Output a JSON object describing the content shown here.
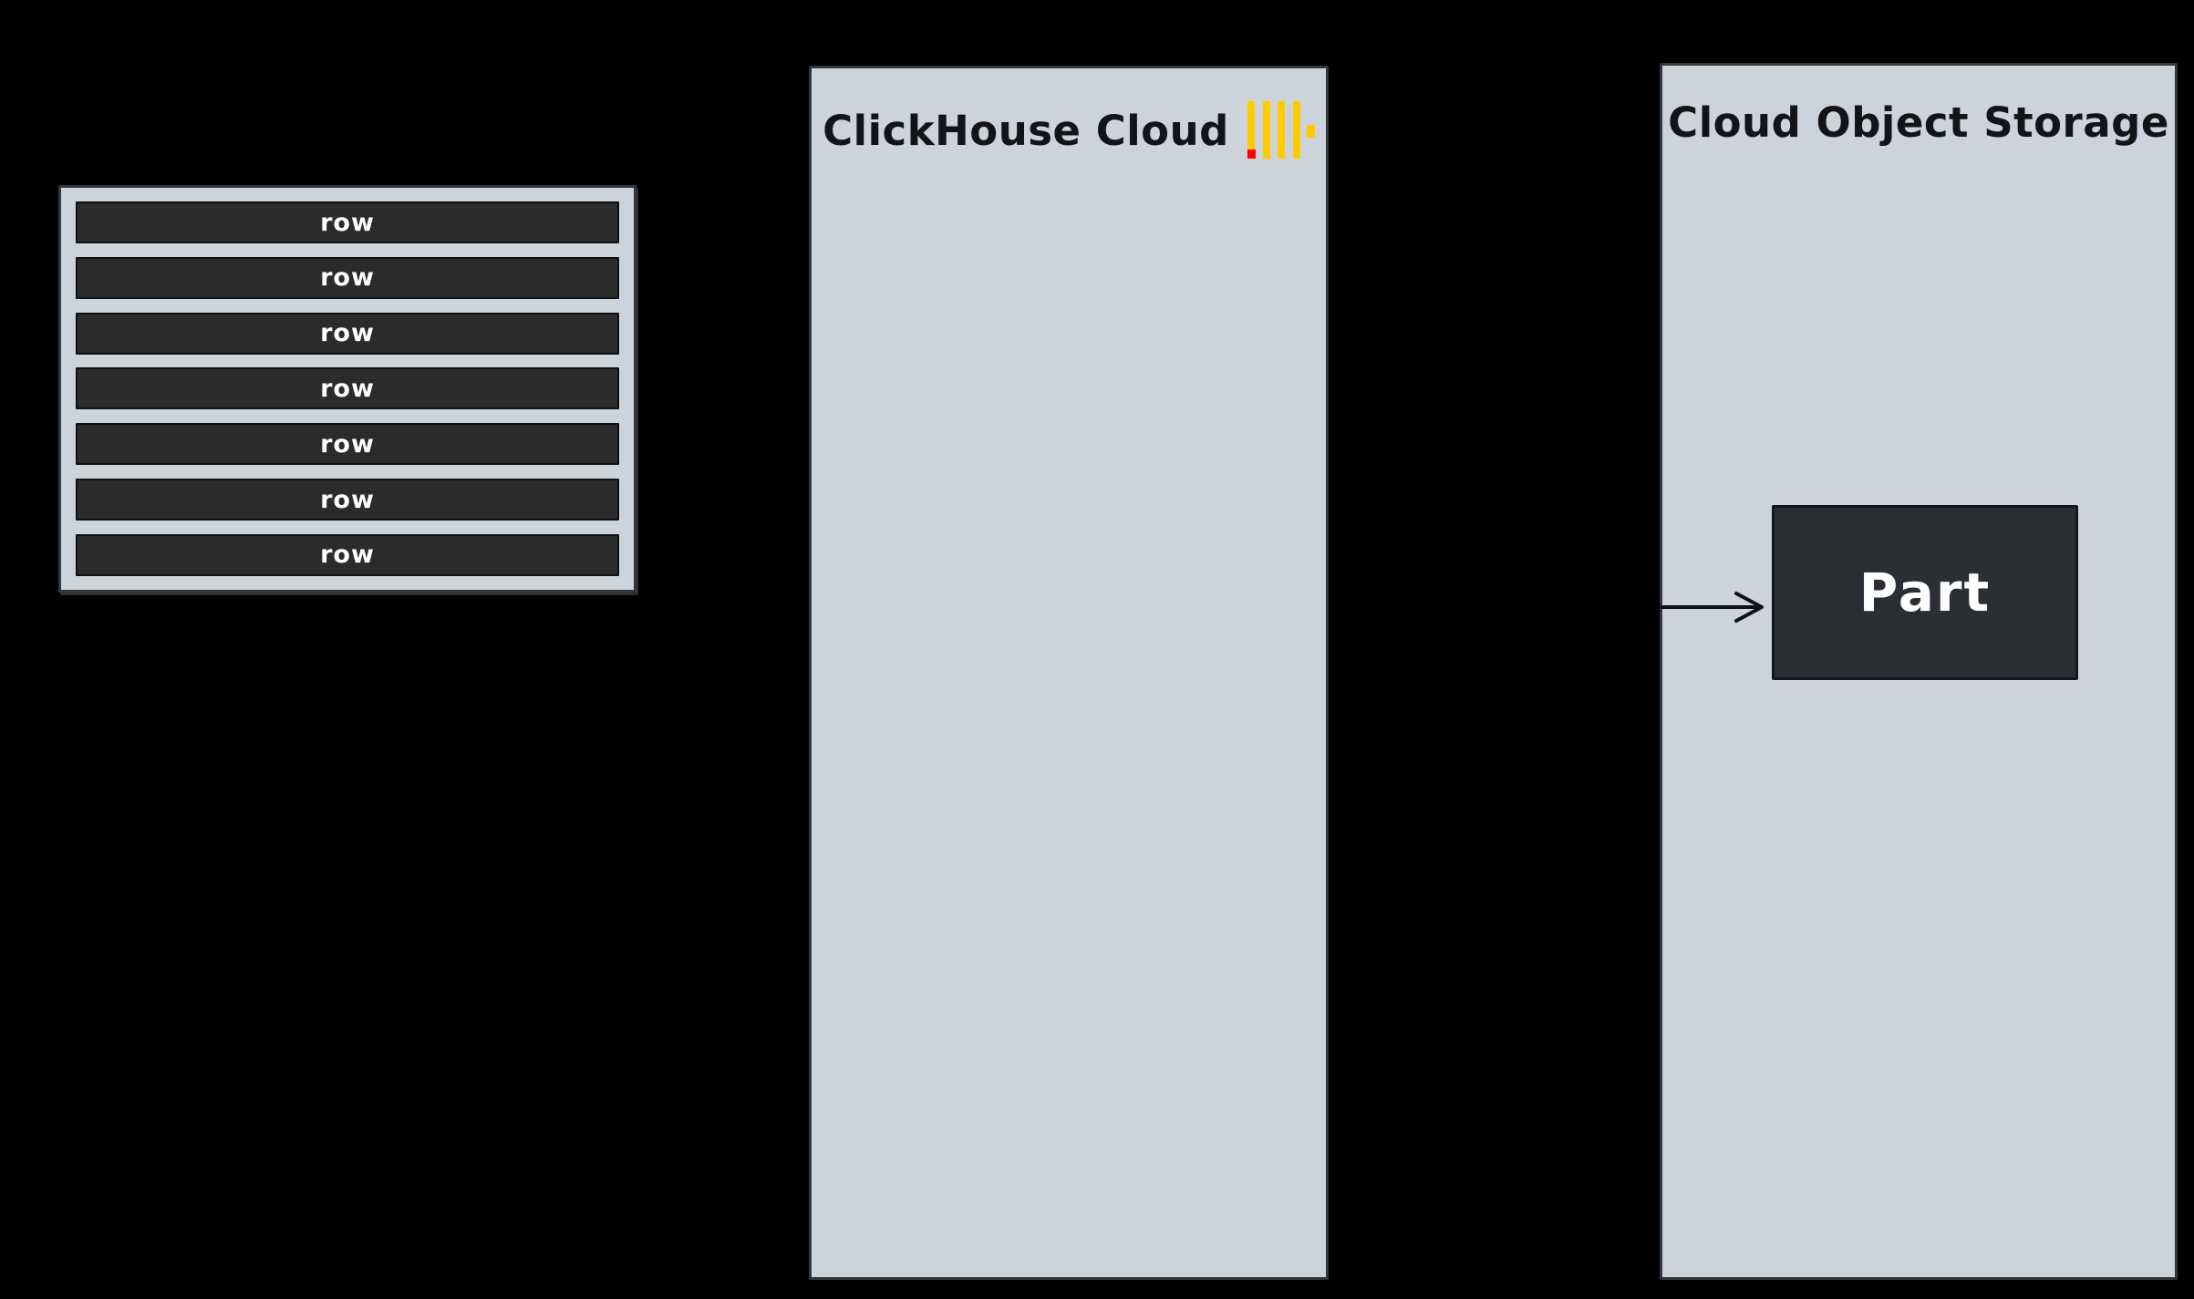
{
  "diagram": {
    "background_color": "#000000",
    "panel_fill_color": "#cdd3da",
    "dark_box_color": "#2b2b2b",
    "rows_table": {
      "rows": [
        "row",
        "row",
        "row",
        "row",
        "row",
        "row",
        "row"
      ]
    },
    "clickhouse_panel": {
      "title": "ClickHouse Cloud",
      "logo": {
        "name": "clickhouse-logo",
        "bar_color": "#FFCC00",
        "accent_color": "#FF0000"
      }
    },
    "storage_panel": {
      "title": "Cloud Object Storage",
      "part_box": {
        "label": "Part"
      }
    }
  }
}
